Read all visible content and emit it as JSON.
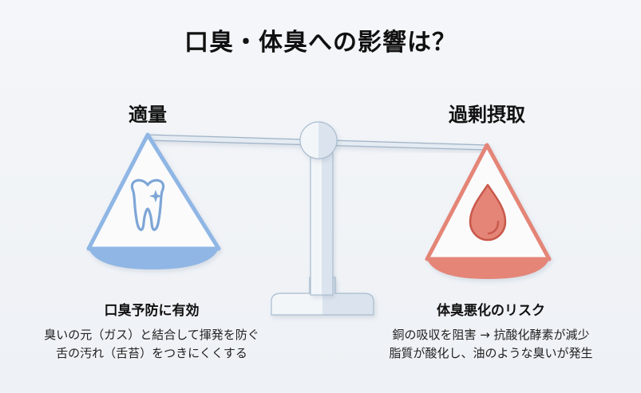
{
  "title": "口臭・体臭への影響は？",
  "colors": {
    "left_accent": "#8fb6e4",
    "left_stroke": "#7ea6d6",
    "right_accent": "#e48577",
    "right_stroke": "#c9594b",
    "beam": "#dfe7ef",
    "beam_edge": "#9fb2c6",
    "background": "#f2f4f7"
  },
  "left": {
    "label": "適量",
    "icon": "tooth-sparkle-icon",
    "heading": "口臭予防に有効",
    "lines": [
      "臭いの元（ガス）と結合して揮発を防ぐ",
      "舌の汚れ（舌苔）をつきにくくする"
    ]
  },
  "right": {
    "label": "過剰摂取",
    "icon": "blood-drop-icon",
    "heading": "体臭悪化のリスク",
    "lines": [
      "銅の吸収を阻害 → 抗酸化酵素が減少",
      "脂質が酸化し、油のような臭いが発生"
    ]
  }
}
